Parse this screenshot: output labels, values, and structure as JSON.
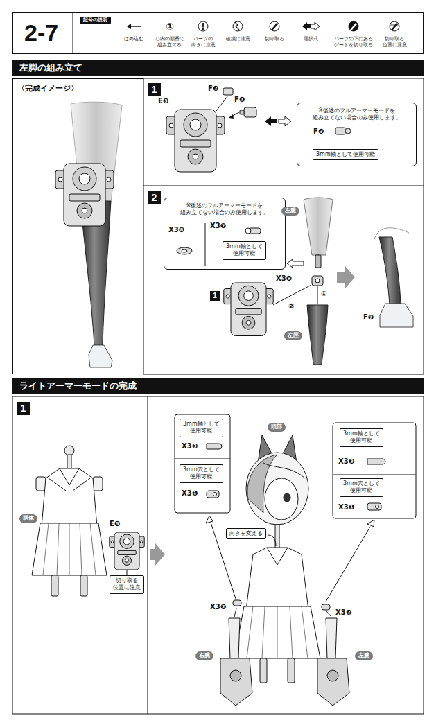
{
  "diagram": {
    "nodes": [
      {
        "text": [
          "2-7"
        ]
      },
      {
        "text": [
          "記号の説明"
        ],
        "in": 0
      },
      {
        "text": [
          "左脚の組み立て"
        ]
      },
      {
        "text": [
          "〈完成イメージ〉"
        ]
      },
      {
        "text": [
          "1"
        ]
      },
      {
        "text": [
          "※後述のフルアーマーモードを 組み立てない場合のみ使用します。"
        ]
      },
      {
        "text": [
          "3mm軸として使用可能"
        ],
        "in": 5
      },
      {
        "text": [
          "2"
        ]
      },
      {
        "text": [
          "※後述のフルアーマーモードを 組み立てない場合のみ使用します。"
        ]
      },
      {
        "text": [
          "3mm軸として 使用可能"
        ],
        "in": 8
      },
      {
        "text": [
          "左腿"
        ]
      },
      {
        "text": [
          "1"
        ]
      },
      {
        "text": [
          "左脛"
        ]
      },
      {
        "text": [
          "ライトアーマーモードの完成"
        ]
      },
      {
        "text": [
          "1"
        ]
      },
      {
        "text": [
          "胴体"
        ]
      },
      {
        "text": [
          "切り取る 位置に注意"
        ]
      },
      {
        "text": [
          "頭部"
        ]
      },
      {
        "text": [
          "向きを変える"
        ]
      },
      {
        "text": [
          "3mm軸として 使用可能"
        ]
      },
      {
        "text": [
          "3mm穴として 使用可能"
        ]
      },
      {
        "text": [
          "3mm軸として 使用可能"
        ]
      },
      {
        "text": [
          "3mm穴として 使用可能"
        ]
      },
      {
        "text": [
          "右腕"
        ]
      },
      {
        "text": [
          "左腕"
        ]
      }
    ],
    "labels": [
      "はめ込む",
      "○内の順番で 組み立てる",
      "パーツの 向きに注意",
      "破損に注意",
      "切り取る",
      "選択式",
      "パーツの下にある ゲートを切り取る",
      "切り取る 位置に注意",
      "①",
      "F❷",
      "E❸",
      "F❶",
      "F❸",
      "X3❽",
      "X3❼",
      "X3❾",
      "②",
      "①",
      "F❼",
      "E❺",
      "X3❸",
      "X3❶",
      "X3❸",
      "X3❶",
      "X3❷",
      "X3❷"
    ]
  }
}
